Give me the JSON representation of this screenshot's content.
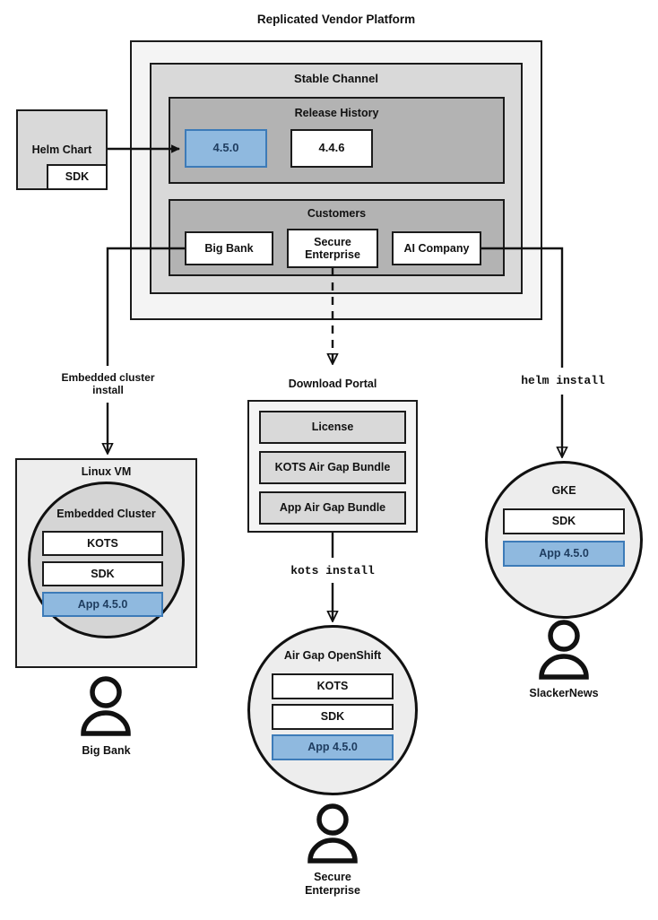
{
  "diagram": {
    "title": "Replicated Vendor Platform",
    "platform": {
      "label": "Replicated Vendor Platform",
      "channel": {
        "label": "Stable Channel",
        "release_history": {
          "label": "Release History",
          "releases": [
            {
              "label": "4.5.0",
              "state": "current",
              "color": "#8FB9DF"
            },
            {
              "label": "4.4.6",
              "state": "previous",
              "color": "#FFFFFF"
            }
          ]
        },
        "customers": {
          "label": "Customers",
          "items": [
            {
              "label": "Big Bank"
            },
            {
              "label": "Secure\nEnterprise",
              "line1": "Secure",
              "line2": "Enterprise"
            },
            {
              "label": "AI Company"
            }
          ]
        }
      }
    },
    "source": {
      "label": "Helm Chart",
      "sub_label": "SDK"
    },
    "connector_labels": {
      "embedded_install": {
        "line1": "Embedded cluster",
        "line2": "install"
      },
      "kots_install": "kots install",
      "helm_install": "helm install"
    },
    "download_portal": {
      "label": "Download Portal",
      "items": [
        {
          "label": "License"
        },
        {
          "label": "KOTS Air Gap Bundle"
        },
        {
          "label": "App Air Gap Bundle"
        }
      ]
    },
    "targets": [
      {
        "id": "linux-vm",
        "host_label": "Linux VM",
        "cluster_label": "Embedded Cluster",
        "components": [
          {
            "label": "KOTS",
            "kind": "white"
          },
          {
            "label": "SDK",
            "kind": "white"
          },
          {
            "label": "App 4.5.0",
            "kind": "blue"
          }
        ],
        "customer": "Big Bank"
      },
      {
        "id": "airgap-openshift",
        "host_label": "Air Gap OpenShift",
        "components": [
          {
            "label": "KOTS",
            "kind": "white"
          },
          {
            "label": "SDK",
            "kind": "white"
          },
          {
            "label": "App 4.5.0",
            "kind": "blue"
          }
        ],
        "customer_line1": "Secure",
        "customer_line2": "Enterprise"
      },
      {
        "id": "gke",
        "host_label": "GKE",
        "components": [
          {
            "label": "SDK",
            "kind": "white"
          },
          {
            "label": "App 4.5.0",
            "kind": "blue"
          }
        ],
        "customer": "SlackerNews"
      }
    ],
    "colors": {
      "accent_blue_fill": "#8FB9DF",
      "accent_blue_border": "#3D7BB8",
      "accent_blue_text": "#1F3D60",
      "platform_bg": "#F4F4F4",
      "channel_bg": "#D9D9D9",
      "group_bg": "#B3B3B3",
      "host_bg": "#EDEDED",
      "cluster_bg": "#D5D5D5",
      "stroke": "#111111"
    }
  }
}
